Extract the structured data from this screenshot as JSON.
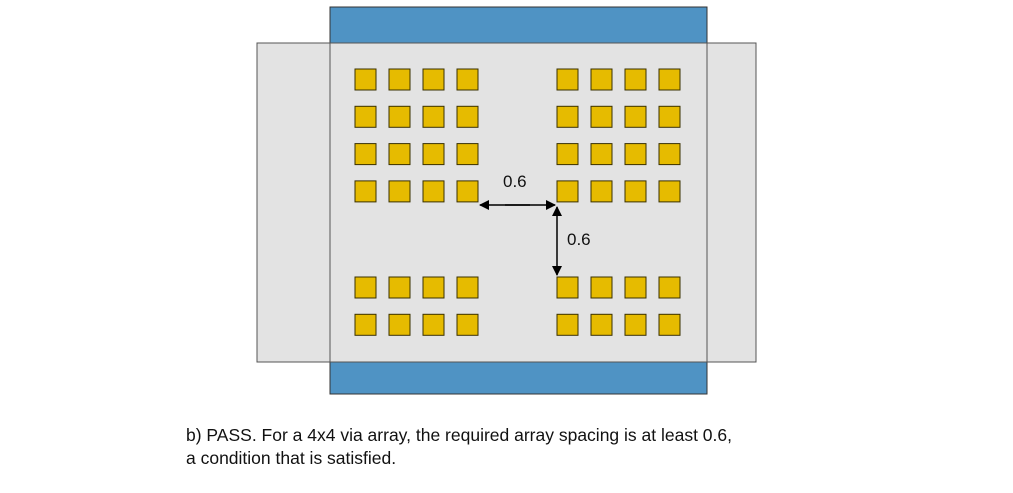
{
  "diagram": {
    "colors": {
      "background": "#ffffff",
      "metal_layer": "#e3e3e3",
      "metal_stroke": "#555555",
      "top_bottom_bars": "#4f93c4",
      "via_fill": "#e6bb00",
      "via_stroke": "#3a3000",
      "arrow": "#000000"
    },
    "via_arrays": [
      {
        "name": "top-left",
        "rows": 4,
        "cols": 4
      },
      {
        "name": "top-right",
        "rows": 4,
        "cols": 4
      },
      {
        "name": "bottom-left",
        "rows": 2,
        "cols": 4
      },
      {
        "name": "bottom-right",
        "rows": 2,
        "cols": 4
      }
    ],
    "dimensions": {
      "horizontal_spacing": "0.6",
      "vertical_spacing": "0.6"
    }
  },
  "caption": {
    "line1": "b) PASS. For a 4x4 via array, the required array spacing is at least 0.6,",
    "line2": "a condition that is satisfied."
  }
}
